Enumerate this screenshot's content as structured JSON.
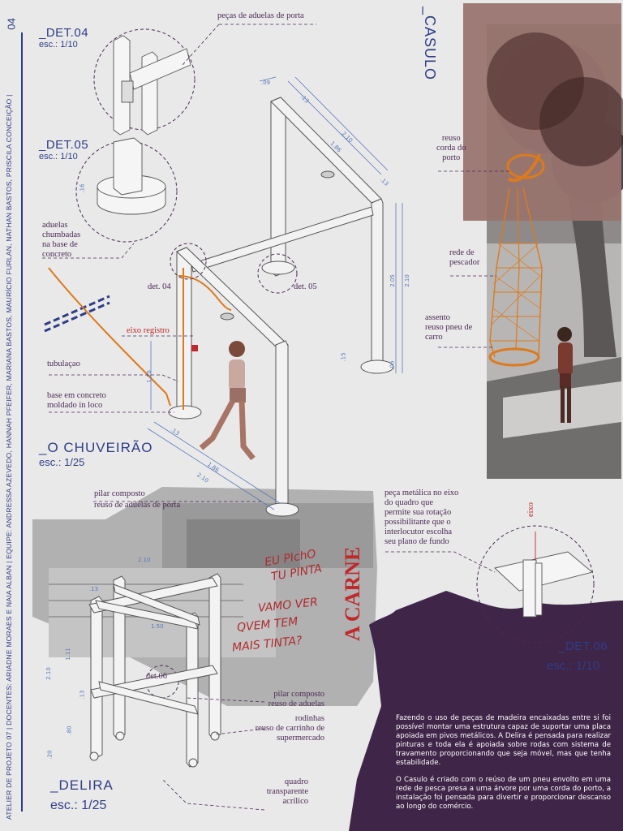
{
  "sidebar": {
    "page_number": "04",
    "credits": "ATELIER DE PROJETO 07  |  DOCENTES: ARIADNE MORAES  E NAIA ALBAN  |  EQUIPE: ANDRESSA AZEVEDO, HANNAH PFEIFER, MARIANA BASTOS, MAURÍCIO FURLAN, NATHAN BASTOS, PRISCILA CONCEIÇÃO  |"
  },
  "details": {
    "det04": {
      "title": "_DET.04",
      "scale": "esc.: 1/10"
    },
    "det05": {
      "title": "_DET.05",
      "scale": "esc.: 1/10"
    },
    "det06": {
      "title": "_DET.06",
      "scale": "esc.: 1/10"
    }
  },
  "sections": {
    "chuveirao": {
      "title": "_O CHUVEIRÃO",
      "scale": "esc.: 1/25"
    },
    "delira": {
      "title": "_DELIRA",
      "scale": "esc.: 1/25"
    },
    "casulo": {
      "title": "_CASULO"
    }
  },
  "labels": {
    "pecas_aduelas": "peças de aduelas de porta",
    "aduelas_chumbadas": "aduelas\nchumbadas\nna base de\nconcreto",
    "det04_ref": "det. 04",
    "det05_ref": "det. 05",
    "det06_ref": "det.06",
    "eixo_registro": "eixo registro",
    "tubulacao": "tubulaçao",
    "base_concreto": "base em concreto\nmoldado in loco",
    "pilar_composto_1": "pilar composto",
    "reuso_aduelas_1": "reuso de aduelas de porta",
    "reuso_corda": "reuso\ncorda do\nporto",
    "rede_pescador": "rede de\npescador",
    "assento": "assento\nreuso pneu de\ncarro",
    "peca_metalica": "peça metálica no eixo\ndo quadro  que\npermite sua rotação\npossibilitante que o\ninterlocutor escolha\nseu plano de fundo",
    "eixo": "eixo",
    "pilar_composto_2": "pilar composto\nreuso de aduelas",
    "rodinhas": "rodinhas\nreuso de carrinho de\nsupermercado",
    "quadro": "quadro\ntransparente\nacrílico"
  },
  "dimensions": {
    "d09": ".09",
    "d13a": ".13",
    "d210a": "2.10",
    "d186a": "1.86",
    "d13b": ".13",
    "d205": "2.05",
    "d210b": "2.10",
    "d15": ".15",
    "d05": ".05",
    "d110": "1.10",
    "d13c": ".13",
    "d186b": "1.86",
    "d210c": "2.10",
    "d16": ".16",
    "d210d": "2.10",
    "d13d": ".13",
    "d150": "1.50",
    "d111": "1.11",
    "d13e": ".13",
    "d210e": "2.10",
    "d80": ".80",
    "d20": ".20"
  },
  "graffiti": {
    "line1": "EU PIchO",
    "line2": "TU PINTA",
    "line3": "VAMO VER",
    "line4": "QVEM TEM",
    "line5": "MAIS TINTA?",
    "acarne": "A CARNE"
  },
  "description": {
    "p1": "Fazendo o uso de peças de madeira encaixadas entre si foi possível montar uma estrutura capaz de suportar uma placa apoiada em pivos metálicos. A Delira é pensada para realizar pinturas e toda ela é apoiada sobre rodas com sistema de travamento proporcionando que seja móvel, mas que tenha estabilidade.",
    "p2": "O Casulo é criado com o reúso de um pneu envolto em uma rede de pesca presa a uma árvore por uma corda do porto, a instalação foi pensada para divertir e proporcionar descanso ao longo do comércio."
  },
  "colors": {
    "navy": "#2f3d86",
    "plum": "#3f2547",
    "orange": "#dc7a1e",
    "red": "#c0282c",
    "label": "#4b2a55"
  }
}
